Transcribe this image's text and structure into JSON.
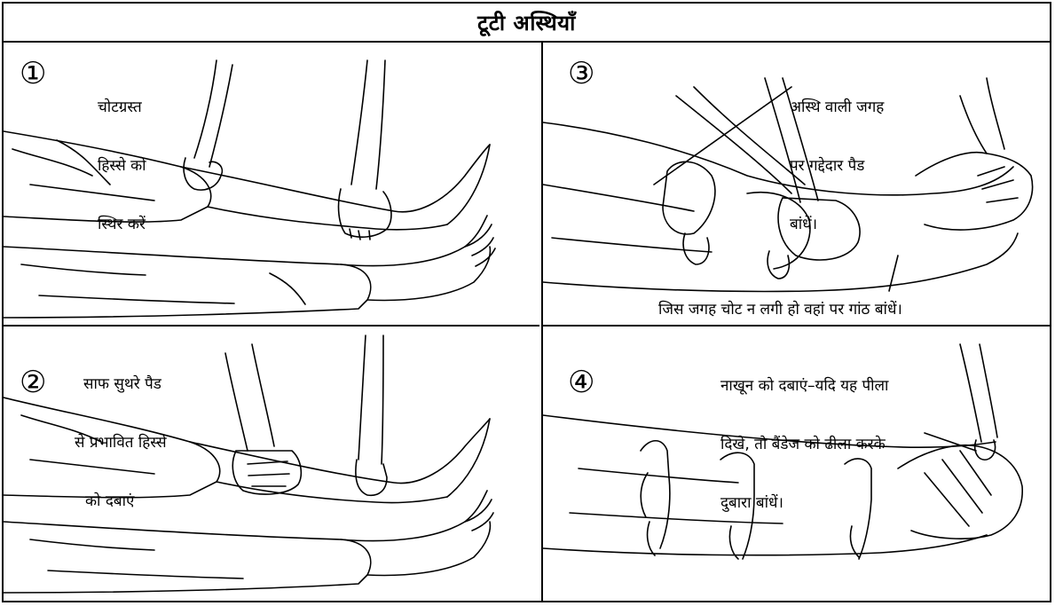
{
  "title": "टूटी अस्थियाँ",
  "panels": [
    {
      "number": "①",
      "caption_lines": [
        "चोटग्रस्त",
        "हिस्से को",
        "स्थिर करें"
      ]
    },
    {
      "number": "②",
      "caption_lines": [
        "साफ सुथरे पैड",
        "से प्रभावित हिस्से",
        "को दबाएं"
      ]
    },
    {
      "number": "③",
      "caption_lines": [
        "अस्थि वाली जगह",
        "पर गद्देदार पैड",
        "बांधें।"
      ],
      "bottom_caption": "जिस जगह चोट न लगी हो वहां पर गांठ बांधें।"
    },
    {
      "number": "④",
      "caption_lines": [
        "नाखून को दबाएं–यदि यह पीला",
        "दिखे, तो बैंडेज को ढीला करके",
        "दुबारा बांधें।"
      ]
    }
  ]
}
